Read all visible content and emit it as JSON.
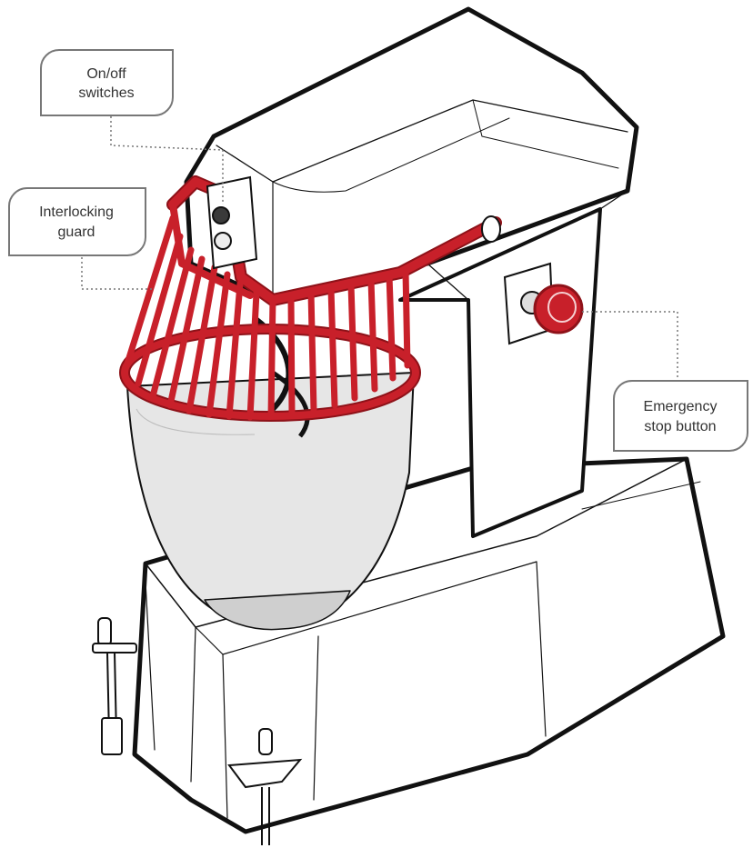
{
  "labels": {
    "on_off_line1": "On/off",
    "on_off_line2": "switches",
    "interlock_line1": "Interlocking",
    "interlock_line2": "guard",
    "estop_line1": "Emergency",
    "estop_line2": "stop button"
  },
  "colors": {
    "outline": "#111111",
    "guard": "#c8202a",
    "guard_dark": "#8e1219",
    "bowl": "#e6e6e6",
    "bowl_shadow": "#cfcfcf",
    "callout_border": "#777777",
    "leader": "#777777"
  }
}
